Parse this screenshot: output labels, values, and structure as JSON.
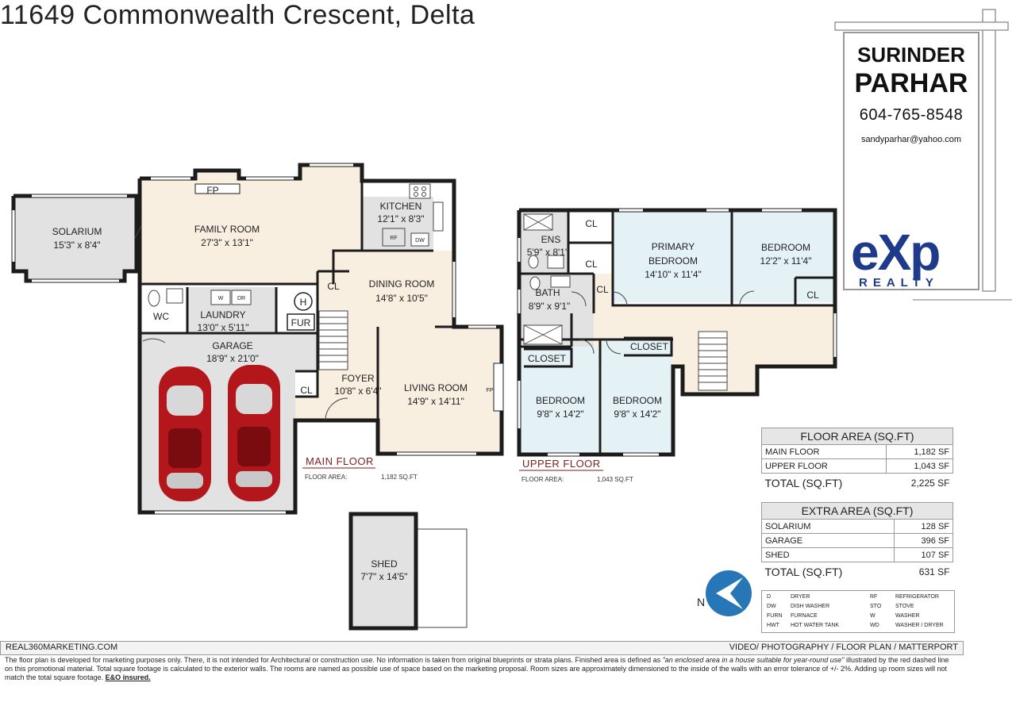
{
  "title": "11649 Commonwealth Crescent, Delta",
  "agent": {
    "first_name": "SURINDER",
    "last_name": "PARHAR",
    "phone": "604-765-8548",
    "email": "sandyparhar@yahoo.com",
    "brand": "eXp",
    "brand_sub": "REALTY",
    "brand_color": "#1e3a8a"
  },
  "main_floor": {
    "label": "MAIN FLOOR",
    "area_label": "FLOOR AREA:",
    "area_value": "1,182 SQ.FT",
    "rooms": {
      "solarium": {
        "name": "SOLARIUM",
        "dim": "15'3\" x 8'4\""
      },
      "family": {
        "name": "FAMILY ROOM",
        "dim": "27'3\" x 13'1\""
      },
      "kitchen": {
        "name": "KITCHEN",
        "dim": "12'1\" x 8'3\""
      },
      "dining": {
        "name": "DINING ROOM",
        "dim": "14'8\" x 10'5\""
      },
      "laundry": {
        "name": "LAUNDRY",
        "dim": "13'0\" x 5'11\""
      },
      "wc": {
        "name": "WC"
      },
      "garage": {
        "name": "GARAGE",
        "dim": "18'9\" x 21'0\""
      },
      "foyer": {
        "name": "FOYER",
        "dim": "10'8\" x 6'4\""
      },
      "living": {
        "name": "LIVING ROOM",
        "dim": "14'9\" x 14'11\""
      }
    },
    "tags": {
      "fp": "FP",
      "rf": "RF",
      "dw": "DW",
      "cl": "CL",
      "h": "H",
      "fur": "FUR",
      "w": "W",
      "dr": "DR"
    }
  },
  "upper_floor": {
    "label": "UPPER FLOOR",
    "area_label": "FLOOR AREA:",
    "area_value": "1,043 SQ.FT",
    "rooms": {
      "ens": {
        "name": "ENS",
        "dim": "5'9\" x 8'1\""
      },
      "primary": {
        "name1": "PRIMARY",
        "name2": "BEDROOM",
        "dim": "14'10\" x 11'4\""
      },
      "bed1": {
        "name": "BEDROOM",
        "dim": "12'2\" x 11'4\""
      },
      "bath": {
        "name": "BATH",
        "dim": "8'9\" x 9'1\""
      },
      "bed2": {
        "name": "BEDROOM",
        "dim": "9'8\" x 14'2\""
      },
      "bed3": {
        "name": "BEDROOM",
        "dim": "9'8\" x 14'2\""
      }
    },
    "tags": {
      "cl": "CL",
      "closet": "CLOSET"
    }
  },
  "shed": {
    "name": "SHED",
    "dim": "7'7\" x 14'5\""
  },
  "floor_area": {
    "header": "FLOOR AREA (SQ.FT)",
    "rows": [
      {
        "label": "MAIN FLOOR",
        "value": "1,182 SF"
      },
      {
        "label": "UPPER FLOOR",
        "value": "1,043 SF"
      }
    ],
    "total_label": "TOTAL (SQ.FT)",
    "total_value": "2,225 SF"
  },
  "extra_area": {
    "header": "EXTRA AREA (SQ.FT)",
    "rows": [
      {
        "label": "SOLARIUM",
        "value": "128 SF"
      },
      {
        "label": "GARAGE",
        "value": "396 SF"
      },
      {
        "label": "SHED",
        "value": "107 SF"
      }
    ],
    "total_label": "TOTAL (SQ.FT)",
    "total_value": "631 SF"
  },
  "compass": {
    "label": "N"
  },
  "legend": [
    {
      "code": "D",
      "desc": "DRYER"
    },
    {
      "code": "DW",
      "desc": "DISH WASHER"
    },
    {
      "code": "FURN",
      "desc": "FURNACE"
    },
    {
      "code": "HWT",
      "desc": "HOT WATER TANK"
    },
    {
      "code": "RF",
      "desc": "REFRIGERATOR"
    },
    {
      "code": "STO",
      "desc": "STOVE"
    },
    {
      "code": "W",
      "desc": "WASHER"
    },
    {
      "code": "WD",
      "desc": "WASHER / DRYER"
    }
  ],
  "footer": {
    "left": "REAL360MARKETING.COM",
    "right": "VIDEO/ PHOTOGRAPHY / FLOOR PLAN / MATTERPORT"
  },
  "disclaimer": {
    "text1": "The floor plan is developed for marketing purposes only. There, it is not intended for Architectural or construction use. No information is  taken from original blueprints or strata plans. Finished area is defined as ",
    "quote": "\"an enclosed area in a house suitable for year-round use\"",
    "text2": " illustrated by the red dashed line on this promotional material. Total square footage is calculated to the exterior walls. The rooms are named as possible use of space based on the marketing proposal. Room sizes are approximately dimensioned to the inside of the walls with an error tolerance of +/- 2%. Adding up room sizes will not match the total square footage. ",
    "insured": "E&O insured."
  },
  "colors": {
    "living_fill": "#f8efe0",
    "bed_fill": "#e4f1f5",
    "grey_fill": "#e2e2e2",
    "car_color": "#b3171b",
    "compass_color": "#2776b8"
  }
}
